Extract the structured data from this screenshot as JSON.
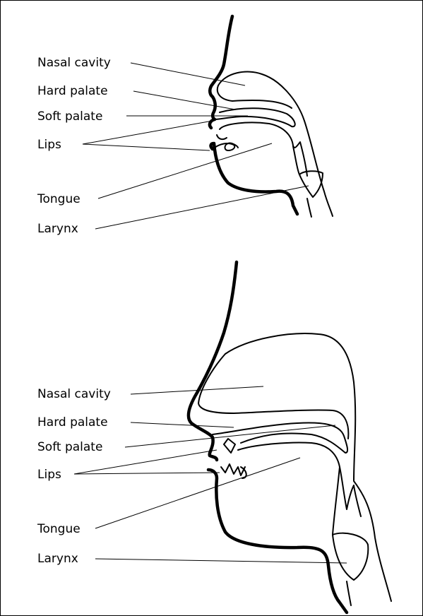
{
  "colors": {
    "ink": "#000000",
    "background": "#ffffff"
  },
  "diagrams": [
    {
      "labels": {
        "nasal_cavity": "Nasal cavity",
        "hard_palate": "Hard palate",
        "soft_palate": "Soft palate",
        "lips": "Lips",
        "tongue": "Tongue",
        "larynx": "Larynx"
      }
    },
    {
      "labels": {
        "nasal_cavity": "Nasal cavity",
        "hard_palate": "Hard palate",
        "soft_palate": "Soft palate",
        "lips": "Lips",
        "tongue": "Tongue",
        "larynx": "Larynx"
      }
    }
  ]
}
